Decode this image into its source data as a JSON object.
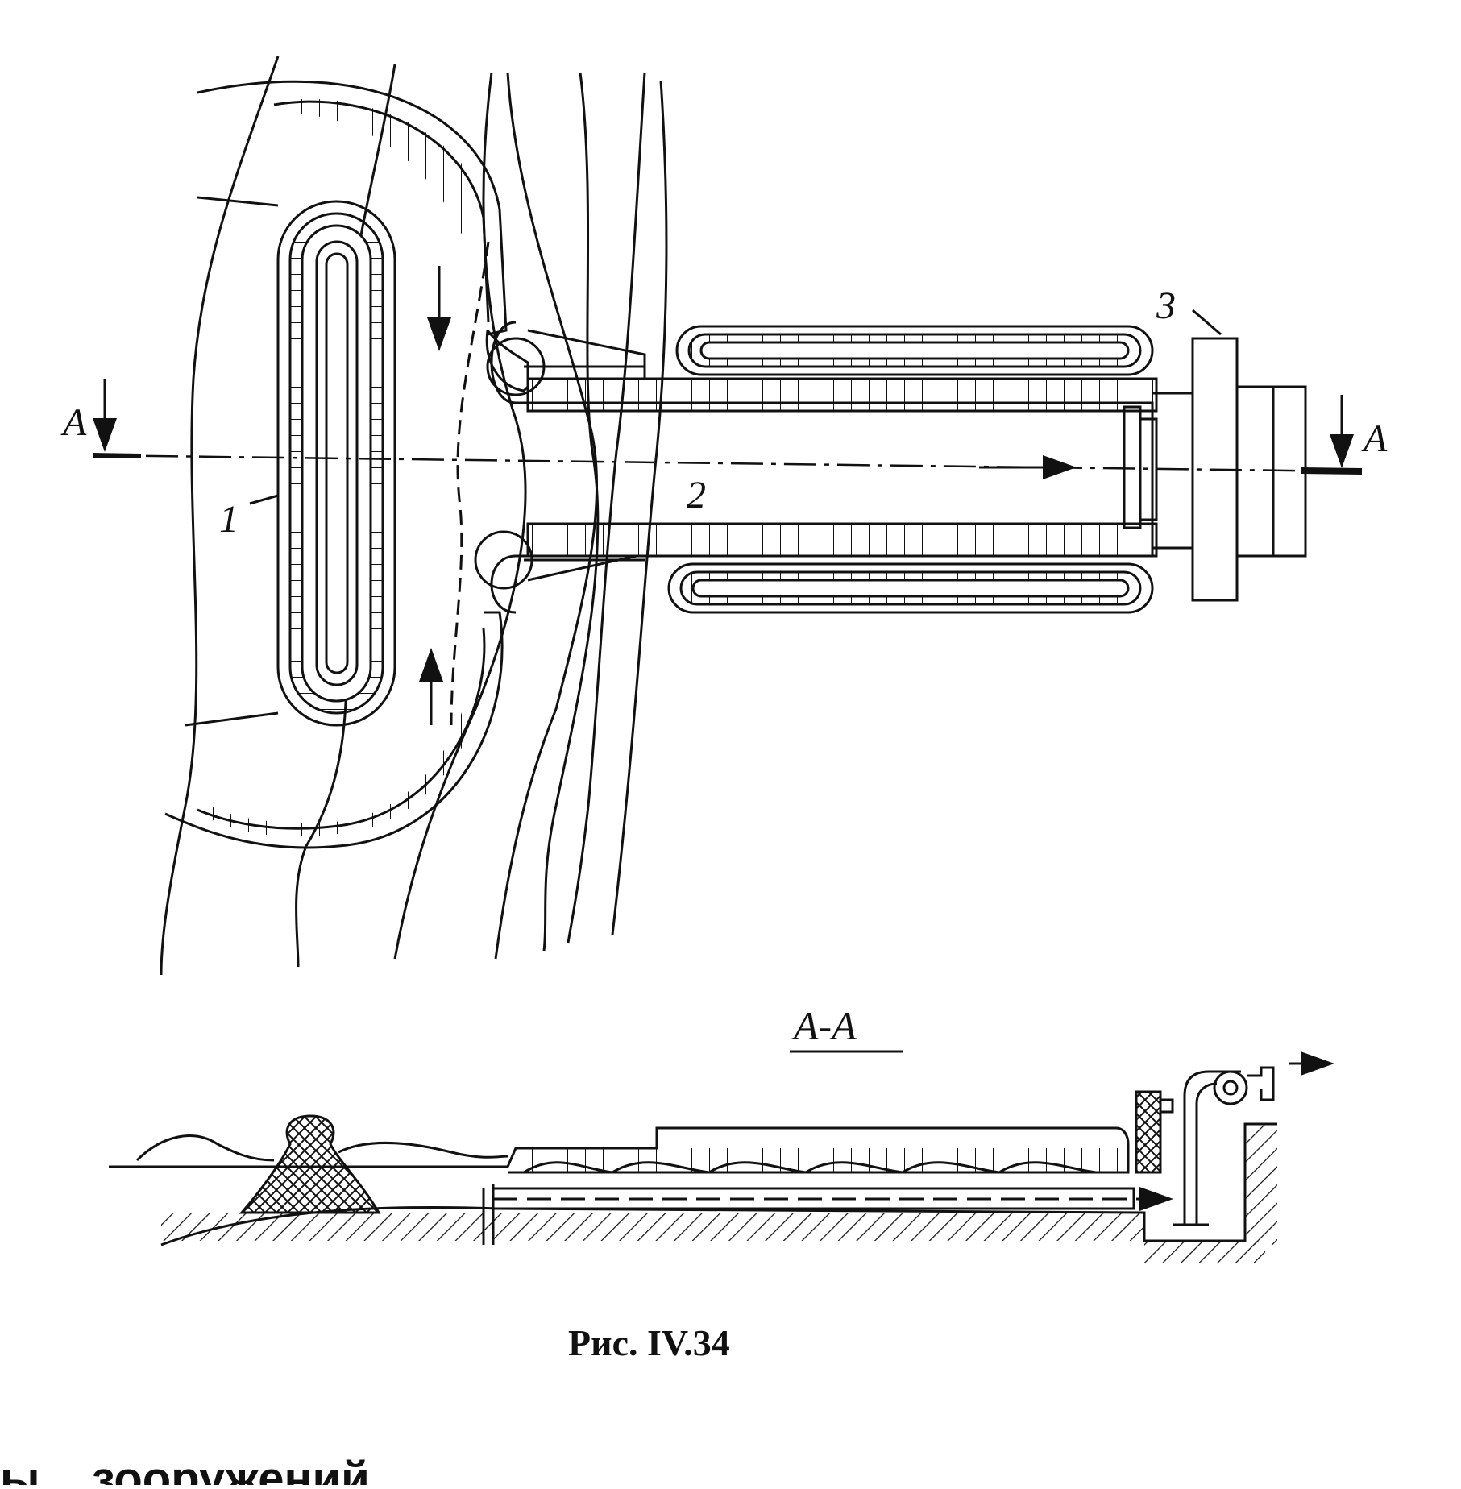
{
  "figure": {
    "caption": "Рис. IV.34",
    "section_label": "А-А",
    "section_mark_left": "А",
    "section_mark_right": "А",
    "callouts": [
      "1",
      "2",
      "3"
    ],
    "truncated_text": "ы    зооружений"
  },
  "colors": {
    "ink": "#111111",
    "paper": "#ffffff"
  }
}
